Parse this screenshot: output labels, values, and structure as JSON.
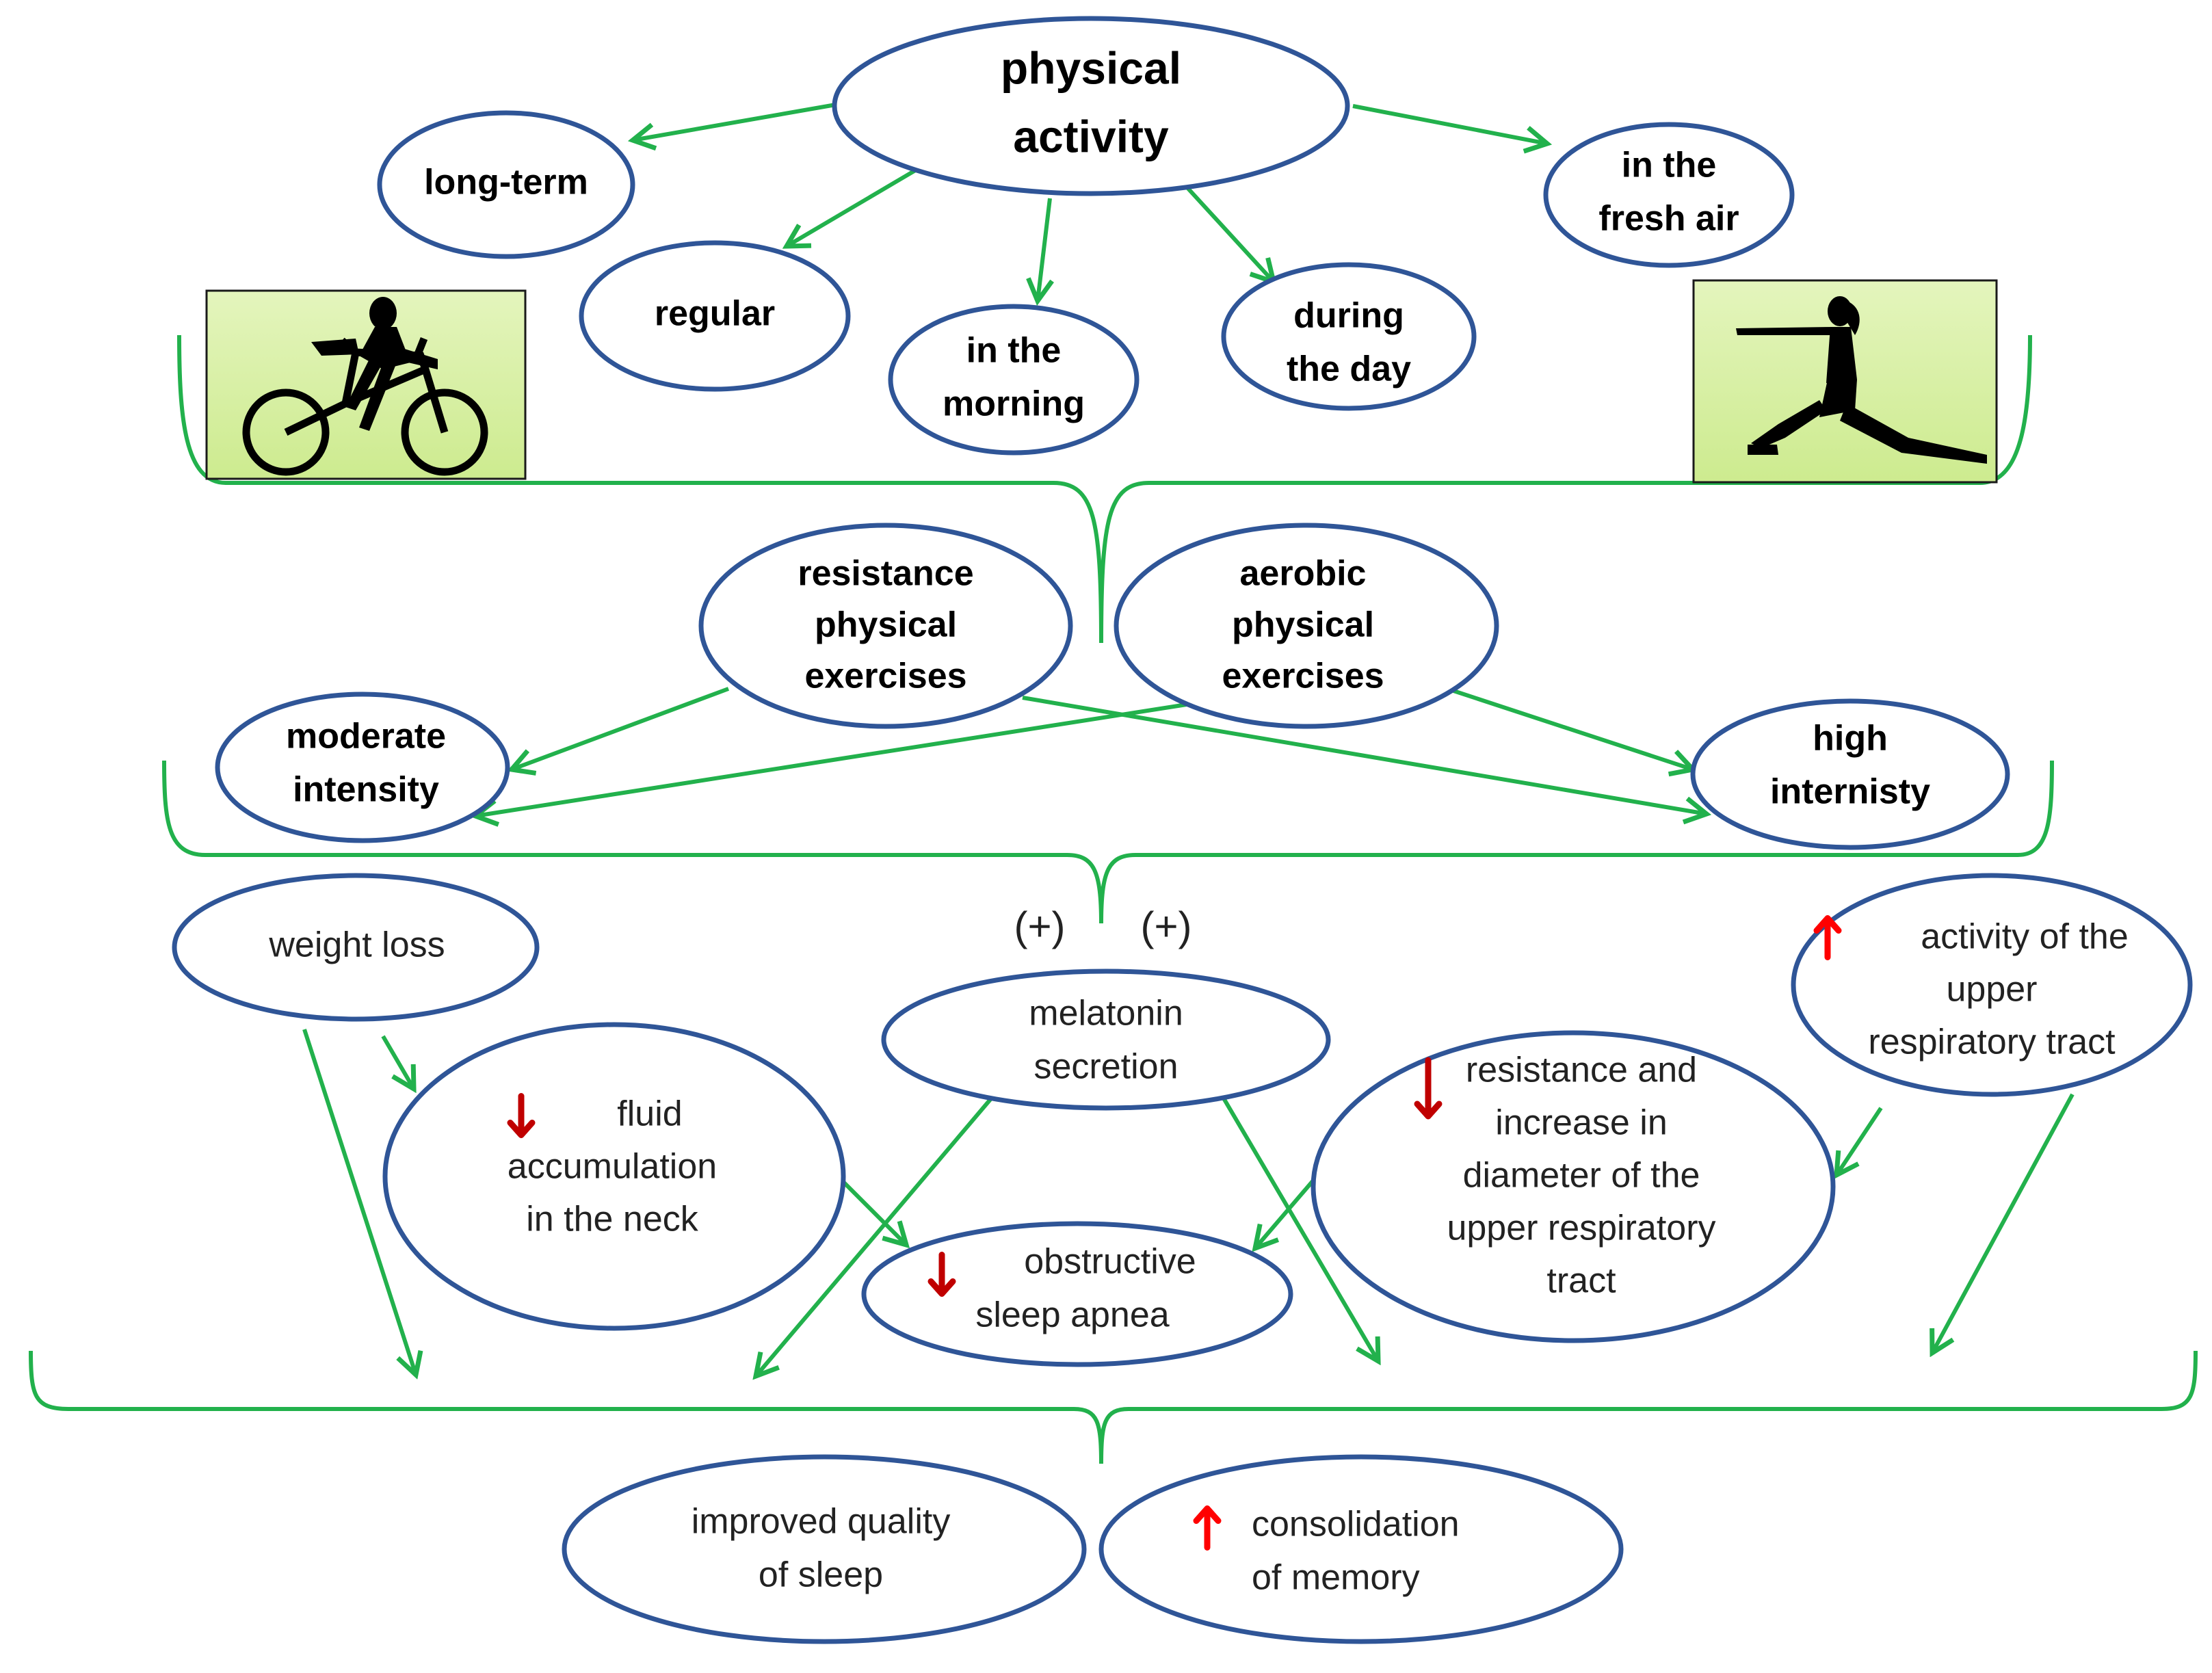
{
  "nodes": {
    "physical_activity": [
      "physical",
      "activity"
    ],
    "long_term": [
      "long-term"
    ],
    "regular": [
      "regular"
    ],
    "in_the_morning": [
      "in the",
      "morning"
    ],
    "during_the_day": [
      "during",
      "the day"
    ],
    "fresh_air": [
      "in the",
      "fresh air"
    ],
    "resistance": [
      "resistance",
      "physical",
      "exercises"
    ],
    "aerobic": [
      "aerobic",
      "physical",
      "exercises"
    ],
    "moderate": [
      "moderate",
      "intensity"
    ],
    "high": [
      "high",
      "internisty"
    ],
    "weight_loss": [
      "weight loss"
    ],
    "fluid": [
      "fluid",
      "accumulation",
      "in the neck"
    ],
    "melatonin": [
      "melatonin",
      "secretion"
    ],
    "apnea": [
      "obstructive",
      "sleep apnea"
    ],
    "resistance_diameter": [
      "resistance and",
      "increase in",
      "diameter of the",
      "upper respiratory",
      "tract"
    ],
    "upper_activity": [
      "activity of the",
      "upper",
      "respiratory tract"
    ],
    "sleep_quality": [
      "improved quality",
      "of sleep"
    ],
    "memory": [
      "consolidation",
      "of memory"
    ]
  },
  "markers": {
    "plus_left": "(+)",
    "plus_right": "(+)"
  },
  "indicators": {
    "fluid": "down",
    "apnea": "down",
    "resistance_diameter": "down",
    "upper_activity": "up",
    "memory": "up"
  },
  "images": {
    "left": "cyclist-silhouette",
    "right": "lunge-stretch-silhouette"
  },
  "colors": {
    "ellipse_stroke": "#2f5597",
    "arrow": "#22b14c",
    "bracket": "#22b14c",
    "image_bg": "#d8f0a8",
    "down_arrow": "#c00000",
    "up_arrow": "#ff0000"
  }
}
